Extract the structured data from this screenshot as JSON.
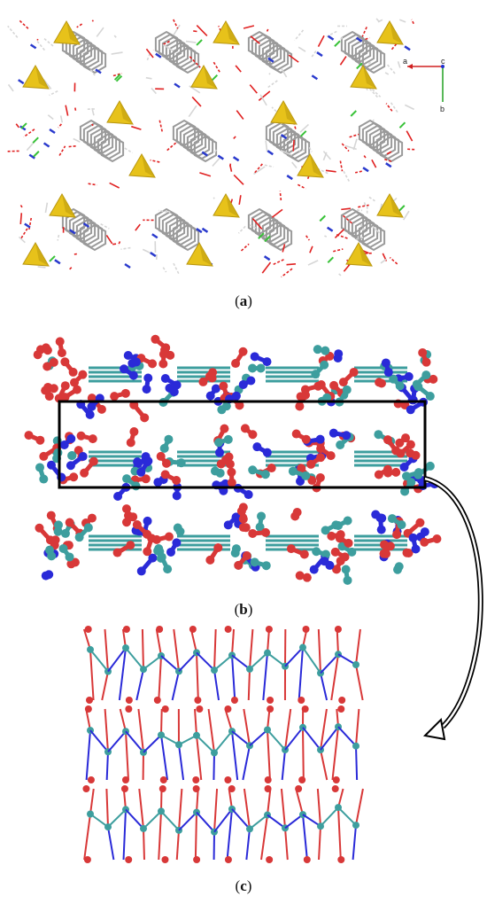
{
  "panels": [
    {
      "id": "a",
      "caption_open": "(",
      "caption_letter": "a",
      "caption_close": ")"
    },
    {
      "id": "b",
      "caption_open": "(",
      "caption_letter": "b",
      "caption_close": ")"
    },
    {
      "id": "c",
      "caption_open": "(",
      "caption_letter": "c",
      "caption_close": ")"
    }
  ],
  "axes_legend": {
    "a": "a",
    "b": "b",
    "c": "c"
  },
  "colors": {
    "stick_gray": "#9a9a9a",
    "oxygen_red": "#e02020",
    "nitrogen_blue": "#2a3acd",
    "tetrahedron_yellow": "#e7c21a",
    "chlorine_green": "#38c238",
    "ball_red": "#d83838",
    "ball_blue": "#2a2ad8",
    "ball_teal": "#3d9e9e"
  }
}
